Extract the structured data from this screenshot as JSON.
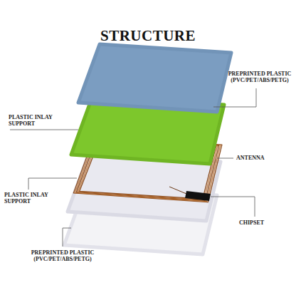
{
  "diagram": {
    "title": "STRUCTURE",
    "labels": [
      "PREPRINTED PLASTIC (PVC/PET/ABS/PETG)",
      "PLASTIC INLAY SUPPORT",
      "ANTENNA",
      "PLASTIC INLAY SUPPORT",
      "CHIPSET",
      "PREPRINTED PLASTIC (PVC/PET/ABS/PETG)"
    ]
  }
}
